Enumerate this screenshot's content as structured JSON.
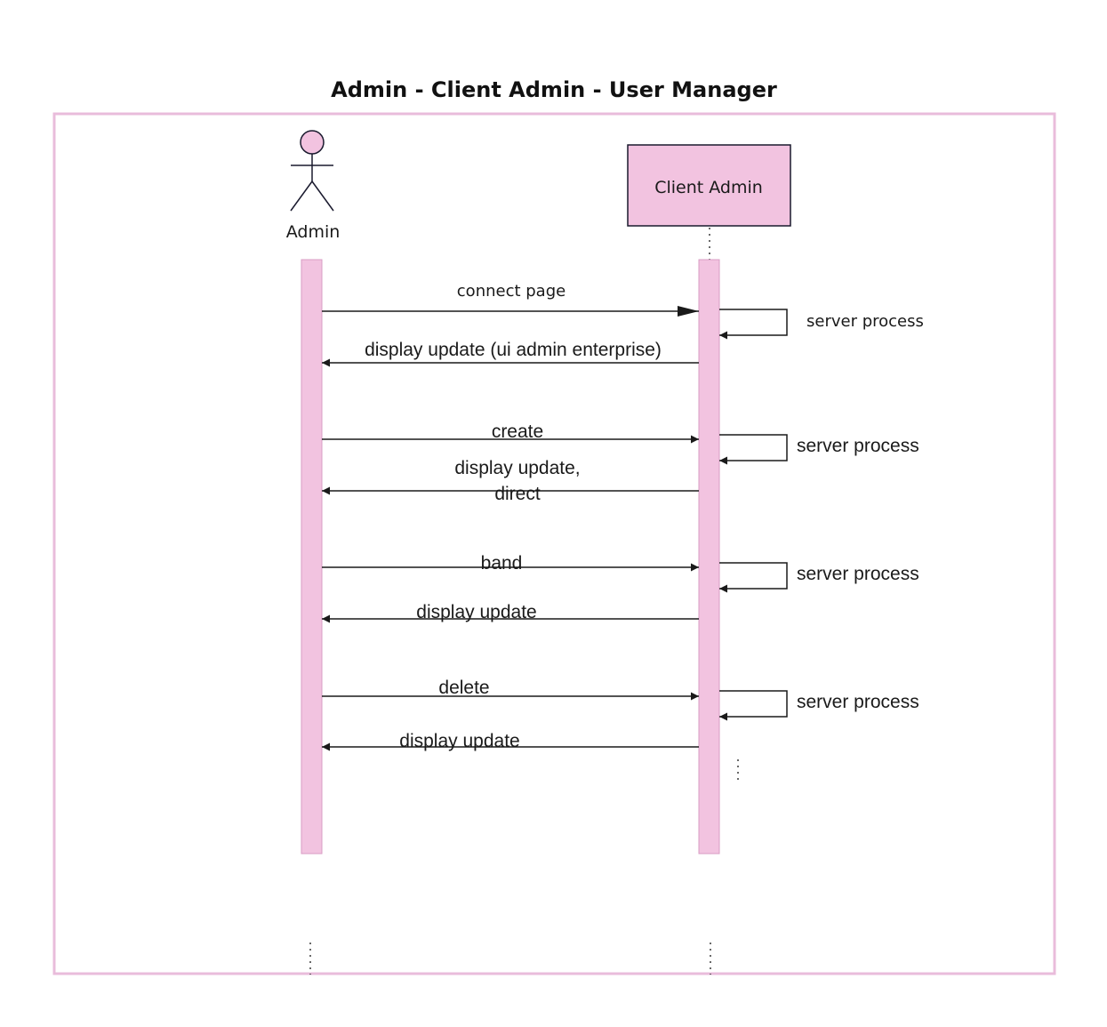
{
  "title": "Admin - Client Admin - User Manager",
  "colors": {
    "frame": "#e9bcdb",
    "activation_fill": "#f2c3e0",
    "activation_stroke": "#d89cc4",
    "actor_head_fill": "#f2c3e0",
    "line": "#1a1a1a"
  },
  "participants": {
    "admin": {
      "label": "Admin",
      "icon": "stick-figure-actor-icon"
    },
    "client_admin": {
      "label": "Client Admin"
    }
  },
  "messages": {
    "m1": "connect page",
    "m2": "display update (ui admin enterprise)",
    "m3": "create",
    "m4_line1": "display update,",
    "m4_line2": "direct",
    "m5": "band",
    "m6": "display update",
    "m7": "delete",
    "m8": "display update"
  },
  "self_messages": {
    "s1": "server process",
    "s2": "server process",
    "s3": "server process",
    "s4": "server process"
  }
}
